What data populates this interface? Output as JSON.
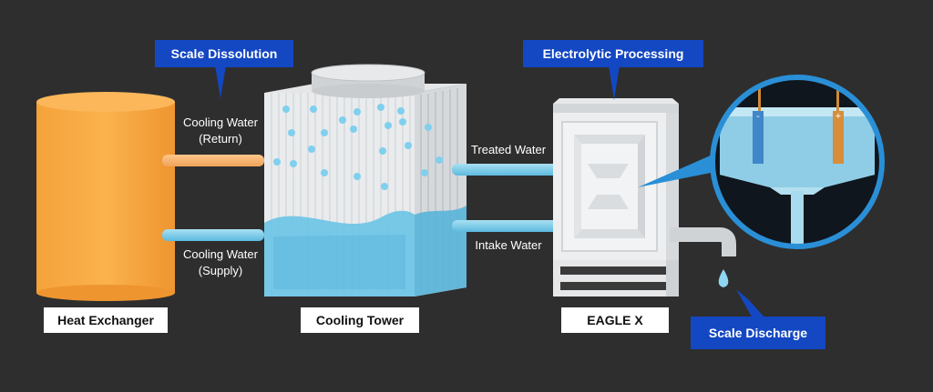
{
  "labels": {
    "scale_dissolution": "Scale Dissolution",
    "electrolytic_processing": "Electrolytic Processing",
    "scale_discharge": "Scale Discharge",
    "cooling_water_return_1": "Cooling Water",
    "cooling_water_return_2": "(Return)",
    "cooling_water_supply_1": "Cooling Water",
    "cooling_water_supply_2": "(Supply)",
    "treated_water": "Treated Water",
    "intake_water": "Intake Water"
  },
  "components": {
    "heat_exchanger": "Heat Exchanger",
    "cooling_tower": "Cooling Tower",
    "eagle_x": "EAGLE X"
  },
  "colors": {
    "background": "#2e2e2e",
    "heat_exchanger": "#f7a43c",
    "water": "#7dcbe8",
    "callout_blue": "#1447c2",
    "callout_border": "#2a8fd6"
  }
}
